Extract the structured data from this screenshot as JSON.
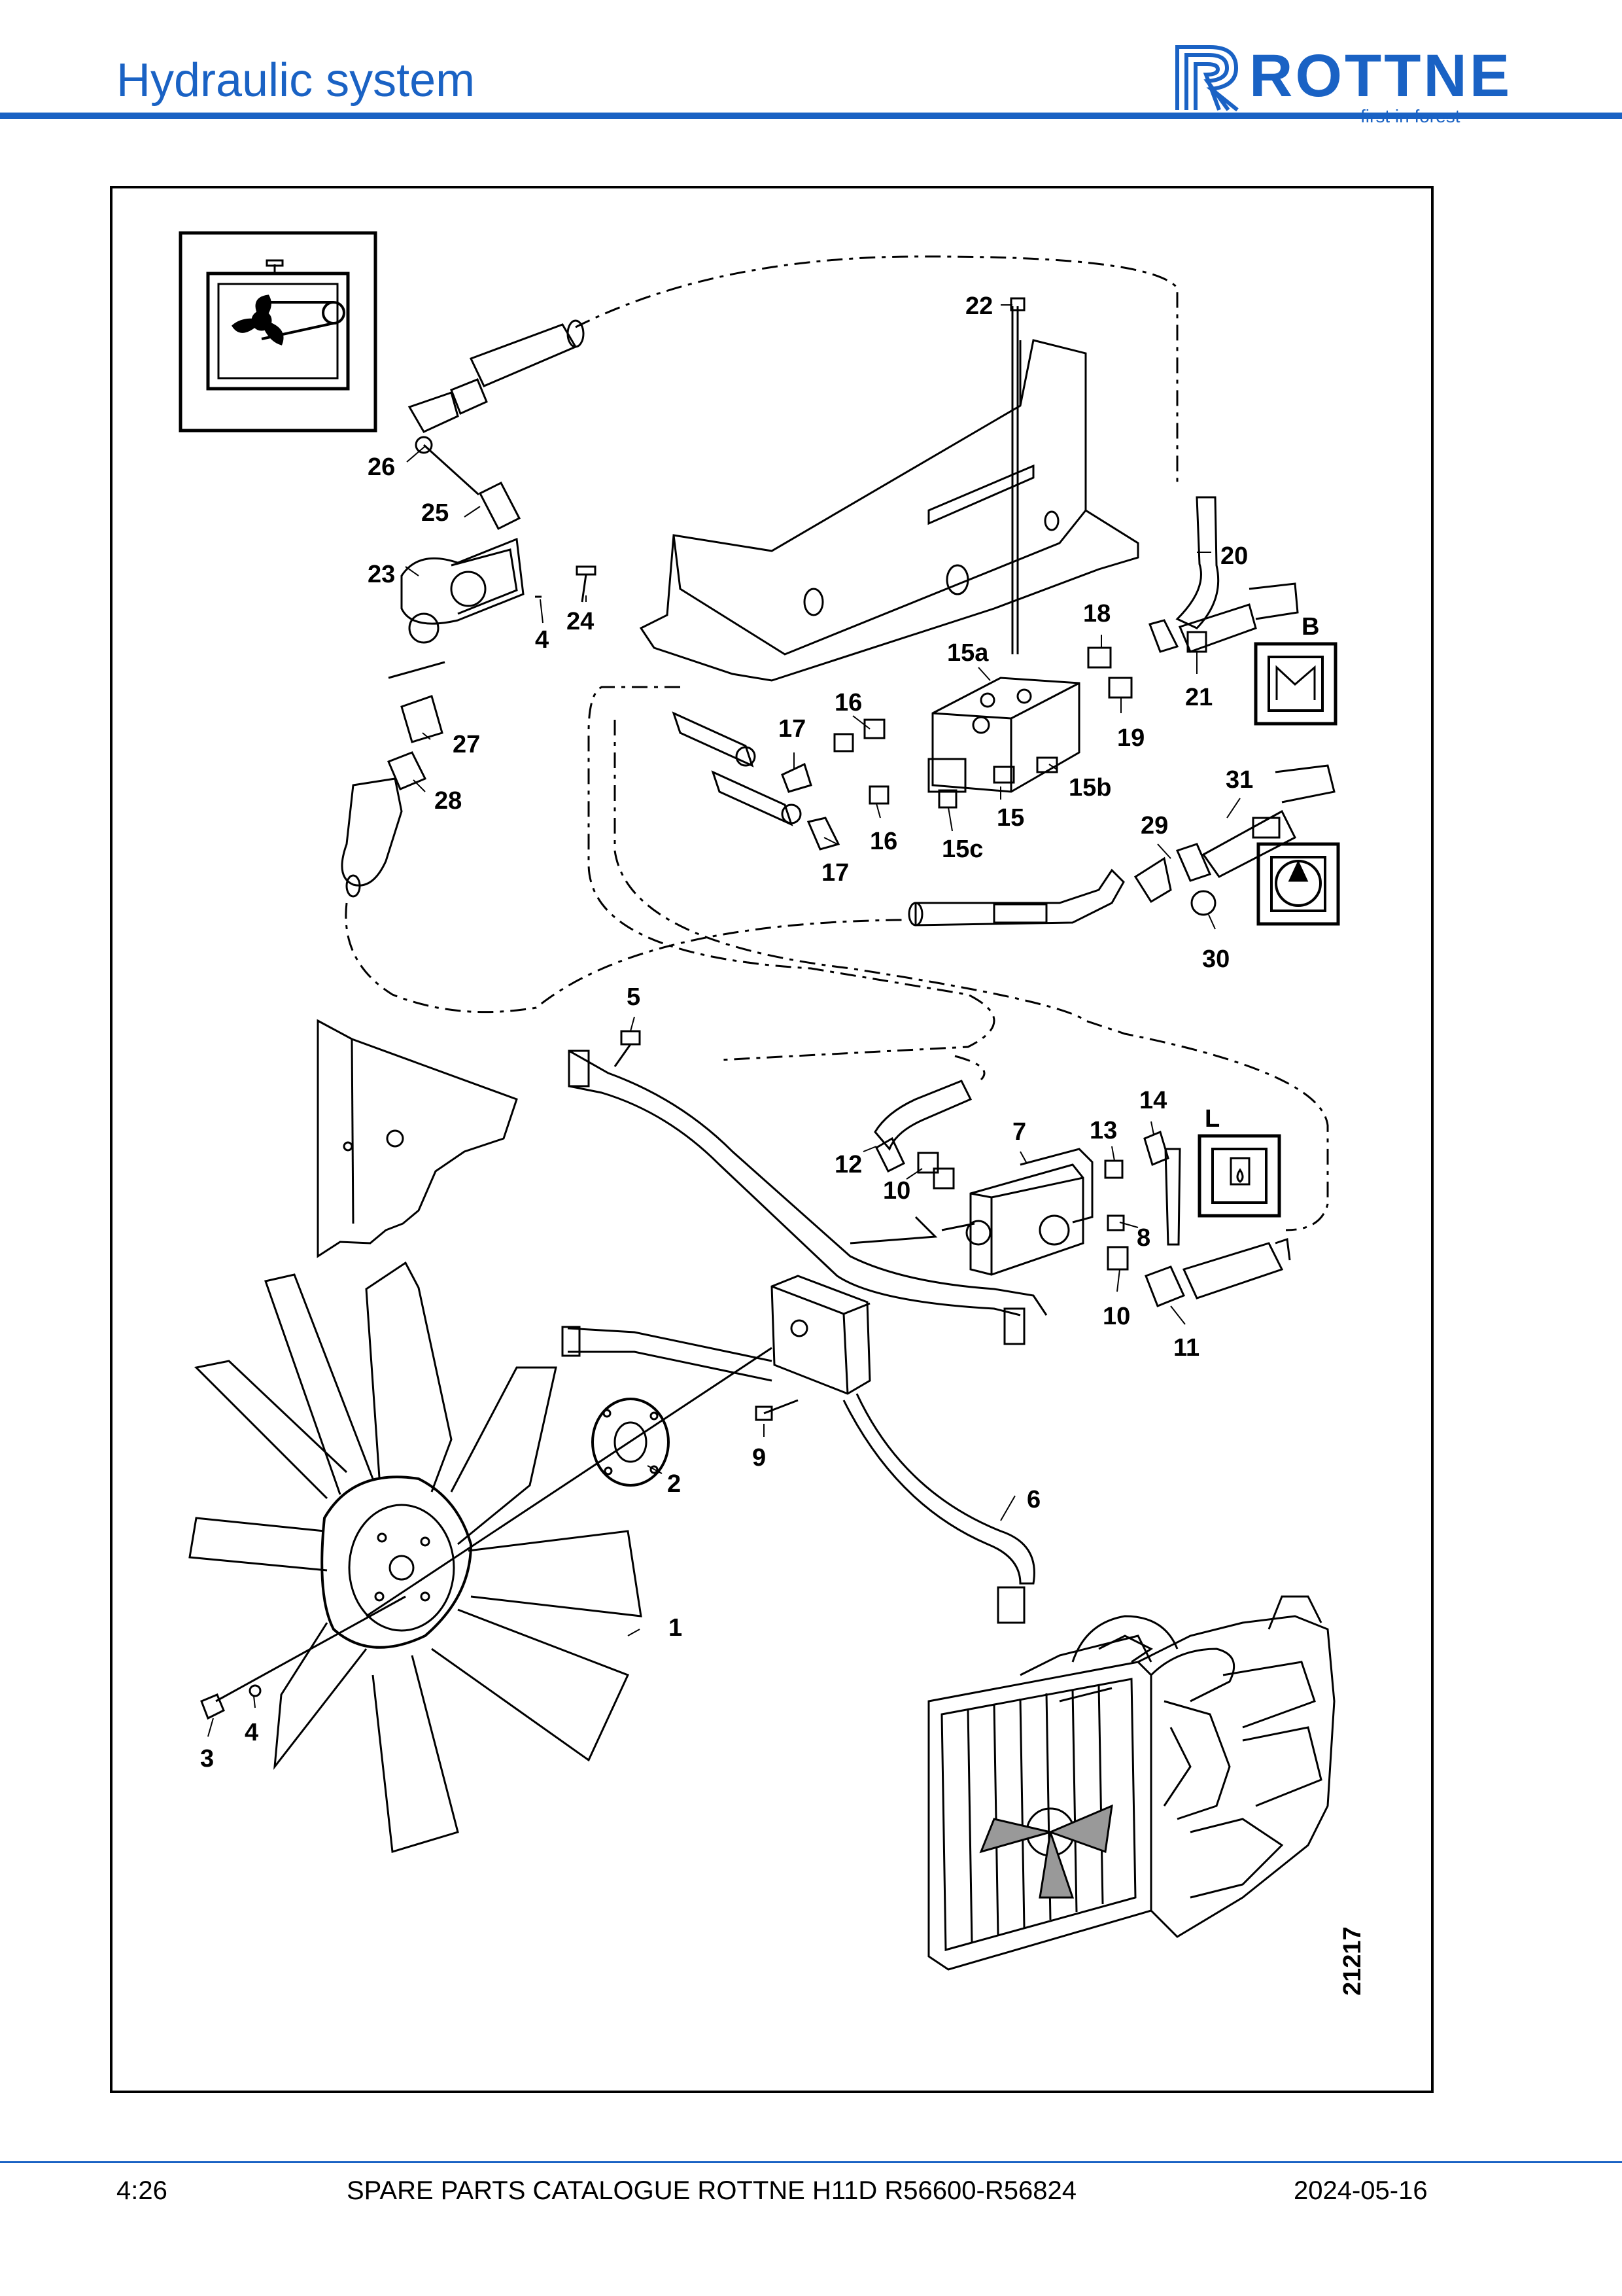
{
  "header": {
    "title": "Hydraulic system",
    "logo": {
      "word": "ROTTNE",
      "tagline": "first in forest",
      "color": "#1a62c4"
    }
  },
  "figure": {
    "number": "21217",
    "callouts": [
      "1",
      "2",
      "3",
      "4",
      "4",
      "5",
      "6",
      "7",
      "8",
      "9",
      "10",
      "10",
      "11",
      "12",
      "13",
      "14",
      "15",
      "15a",
      "15b",
      "15c",
      "16",
      "16",
      "17",
      "17",
      "18",
      "19",
      "20",
      "21",
      "22",
      "23",
      "24",
      "25",
      "26",
      "27",
      "28",
      "29",
      "30",
      "31"
    ],
    "symbol_labels": {
      "b": "B",
      "l": "L"
    },
    "icons": [
      "fan-drive-icon",
      "return-filter-icon",
      "pressure-gauge-icon",
      "oil-level-icon"
    ]
  },
  "footer": {
    "page": "4:26",
    "catalogue": "SPARE PARTS CATALOGUE ROTTNE H11D R56600-R56824",
    "date": "2024-05-16"
  },
  "colors": {
    "accent": "#1a62c4",
    "ink": "#000000"
  }
}
